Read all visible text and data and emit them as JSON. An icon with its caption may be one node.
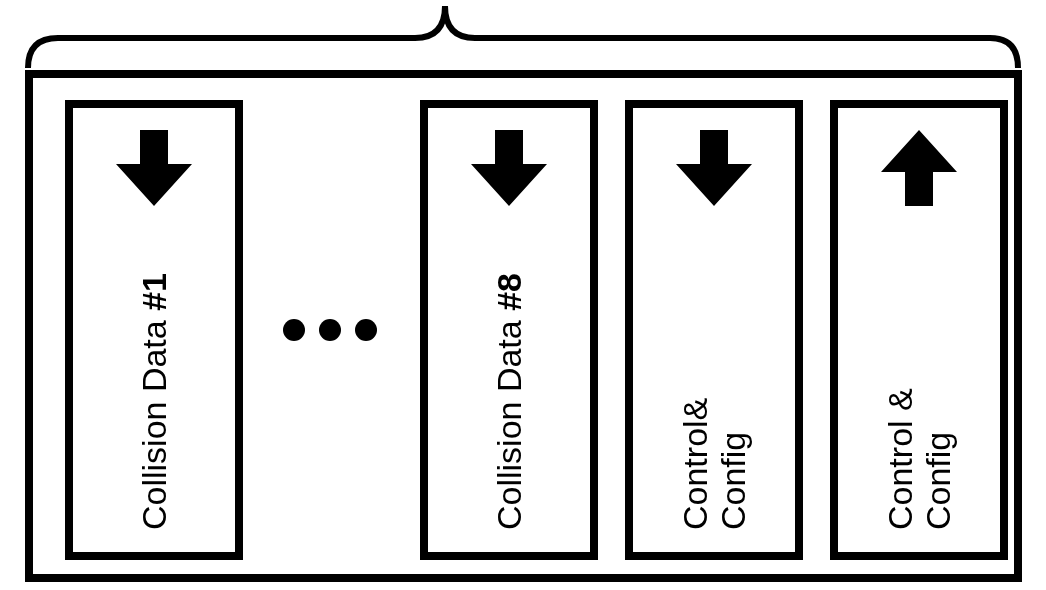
{
  "diagram": {
    "nodes": [
      {
        "text": [],
        "shape": "box"
      },
      {
        "text": [
          "Collision Data **#1**"
        ],
        "in": 0
      },
      {
        "text": [
          "Collision Data **#8**"
        ],
        "in": 0
      },
      {
        "text": [
          "Control& Config"
        ],
        "in": 0
      },
      {
        "text": [
          "Control & Config"
        ],
        "in": 0
      }
    ]
  }
}
